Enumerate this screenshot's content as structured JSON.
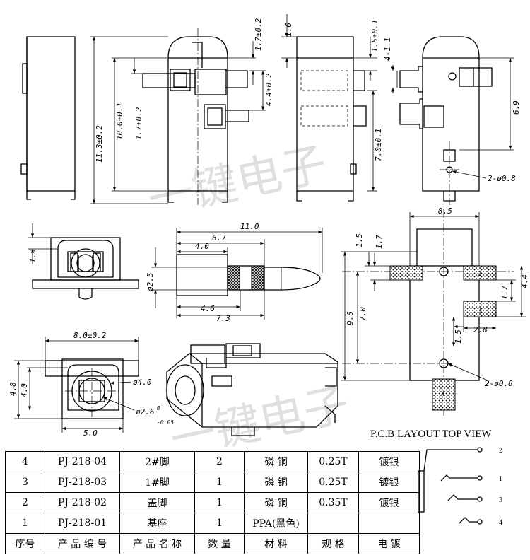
{
  "dimensions": {
    "top_17": "1.7±0.2",
    "top_16": "1.6",
    "top_15": "1.5±0.1",
    "side_113": "11.3±0.2",
    "side_100": "10.0±0.1",
    "side_17b": "1.7±0.2",
    "side_44": "4.4±0.2",
    "side_41": "4-1.1",
    "side_70": "7.0±0.1",
    "side_69": "6.9",
    "hole_small": "2-ø0.8",
    "front_13": "1.3",
    "plug_110": "11.0",
    "plug_67": "6.7",
    "plug_40": "4.0",
    "plug_25": "ø2.5",
    "plug_46": "4.6",
    "plug_73": "7.3",
    "pcb_85": "8.5",
    "pcb_15": "1.5",
    "pcb_17a": "1.7",
    "pcb_96": "9.6",
    "pcb_70": "7.0",
    "pcb_15b": "1.5",
    "pcb_28": "2.8",
    "pcb_17b": "1.7",
    "pcb_44": "4.4",
    "pcb_holes": "2-ø0.8",
    "face_80": "8.0±0.2",
    "face_48": "4.8",
    "face_40": "4.0",
    "face_50": "5.0",
    "face_d40": "ø4.0",
    "face_d26": "ø2.6",
    "face_tol": "-0.05",
    "face_tol0": "0"
  },
  "pads": [
    "1",
    "2",
    "3",
    "4"
  ],
  "pcb_layout_title": "P.C.B LAYOUT TOP VIEW",
  "schematic_pins": [
    "2",
    "1",
    "3",
    "4"
  ],
  "watermark": "一键电子",
  "bom": {
    "header": [
      "序号",
      "产 品 编 号",
      "产 品 名 称",
      "数 量",
      "材  料",
      "规  格",
      "电 镀"
    ],
    "rows": [
      [
        "4",
        "PJ-218-04",
        "2#脚",
        "2",
        "磷 铜",
        "0.25T",
        "镀银"
      ],
      [
        "3",
        "PJ-218-03",
        "1#脚",
        "1",
        "磷 铜",
        "0.25T",
        "镀银"
      ],
      [
        "2",
        "PJ-218-02",
        "盖脚",
        "1",
        "磷 铜",
        "0.35T",
        "镀银"
      ],
      [
        "1",
        "PJ-218-01",
        "基座",
        "1",
        "PPA(黑色)",
        "",
        ""
      ]
    ]
  }
}
